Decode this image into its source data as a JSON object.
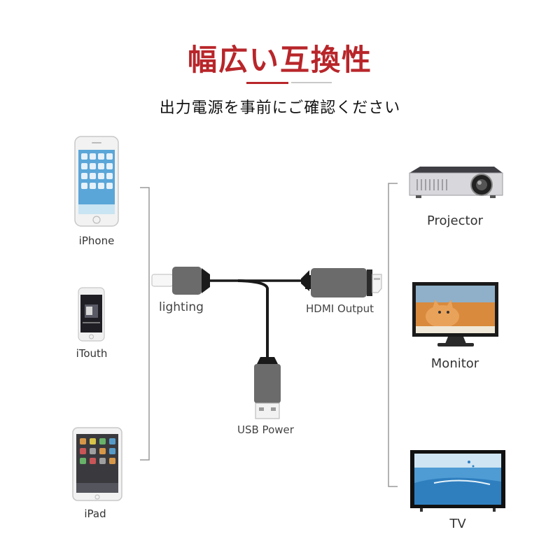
{
  "header": {
    "title": "幅広い互換性",
    "subtitle": "出力電源を事前にご確認ください"
  },
  "sources": [
    {
      "label": "iPhone"
    },
    {
      "label": "iTouth"
    },
    {
      "label": "iPad"
    }
  ],
  "cable": {
    "input_label": "lighting",
    "output_label": "HDMI Output",
    "power_label": "USB Power"
  },
  "outputs": [
    {
      "label": "Projector"
    },
    {
      "label": "Monitor"
    },
    {
      "label": "TV"
    }
  ],
  "colors": {
    "title": "#b8262a",
    "cable_plug": "#6b6b6b",
    "cable_wire": "#1a1a1a",
    "bracket": "#9a9a9a"
  }
}
